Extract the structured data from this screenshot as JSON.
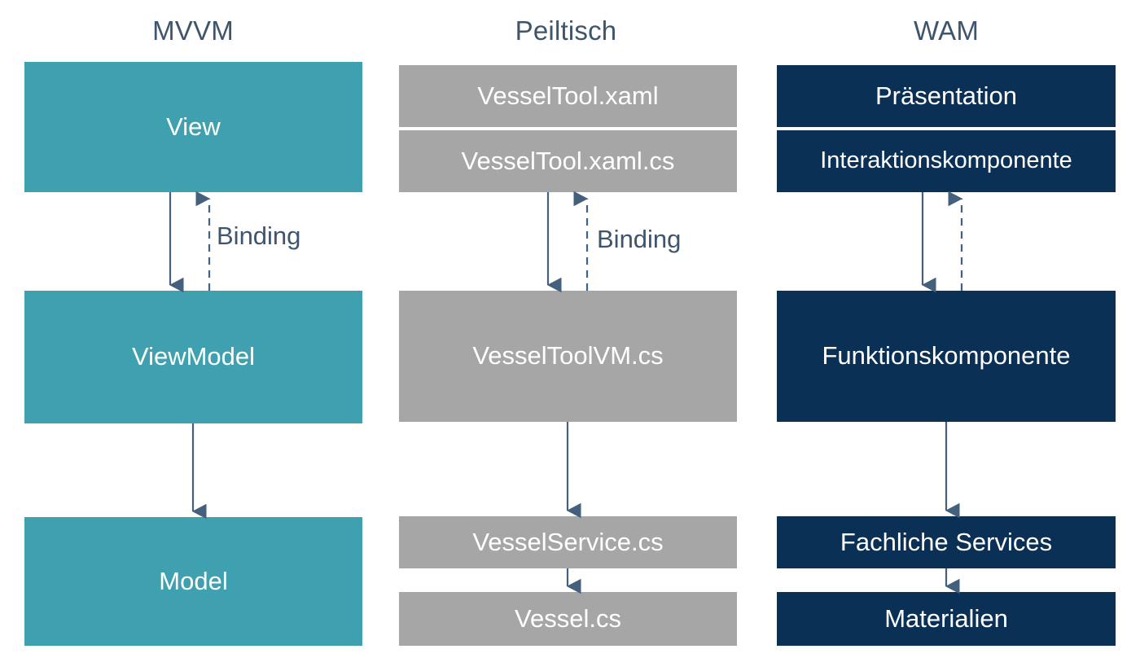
{
  "diagram": {
    "title_color": "#3f556b",
    "arrow_color": "#44607c",
    "background": "#ffffff",
    "columns": [
      {
        "key": "mvvm",
        "title": "MVVM",
        "accent": "#3fa0b0",
        "boxes": [
          {
            "label": "View"
          },
          {
            "label": "ViewModel"
          },
          {
            "label": "Model"
          }
        ],
        "edge_label": "Binding"
      },
      {
        "key": "peiltisch",
        "title": "Peiltisch",
        "accent": "#a6a6a6",
        "boxes": [
          {
            "label": "VesselTool.xaml"
          },
          {
            "label": "VesselTool.xaml.cs"
          },
          {
            "label": "VesselToolVM.cs"
          },
          {
            "label": "VesselService.cs"
          },
          {
            "label": "Vessel.cs"
          }
        ],
        "edge_label": "Binding"
      },
      {
        "key": "wam",
        "title": "WAM",
        "accent": "#0a3055",
        "boxes": [
          {
            "label": "Präsentation"
          },
          {
            "label": "Interaktionskomponente"
          },
          {
            "label": "Funktionskomponente"
          },
          {
            "label": "Fachliche Services"
          },
          {
            "label": "Materialien"
          }
        ],
        "edge_label": ""
      }
    ]
  }
}
